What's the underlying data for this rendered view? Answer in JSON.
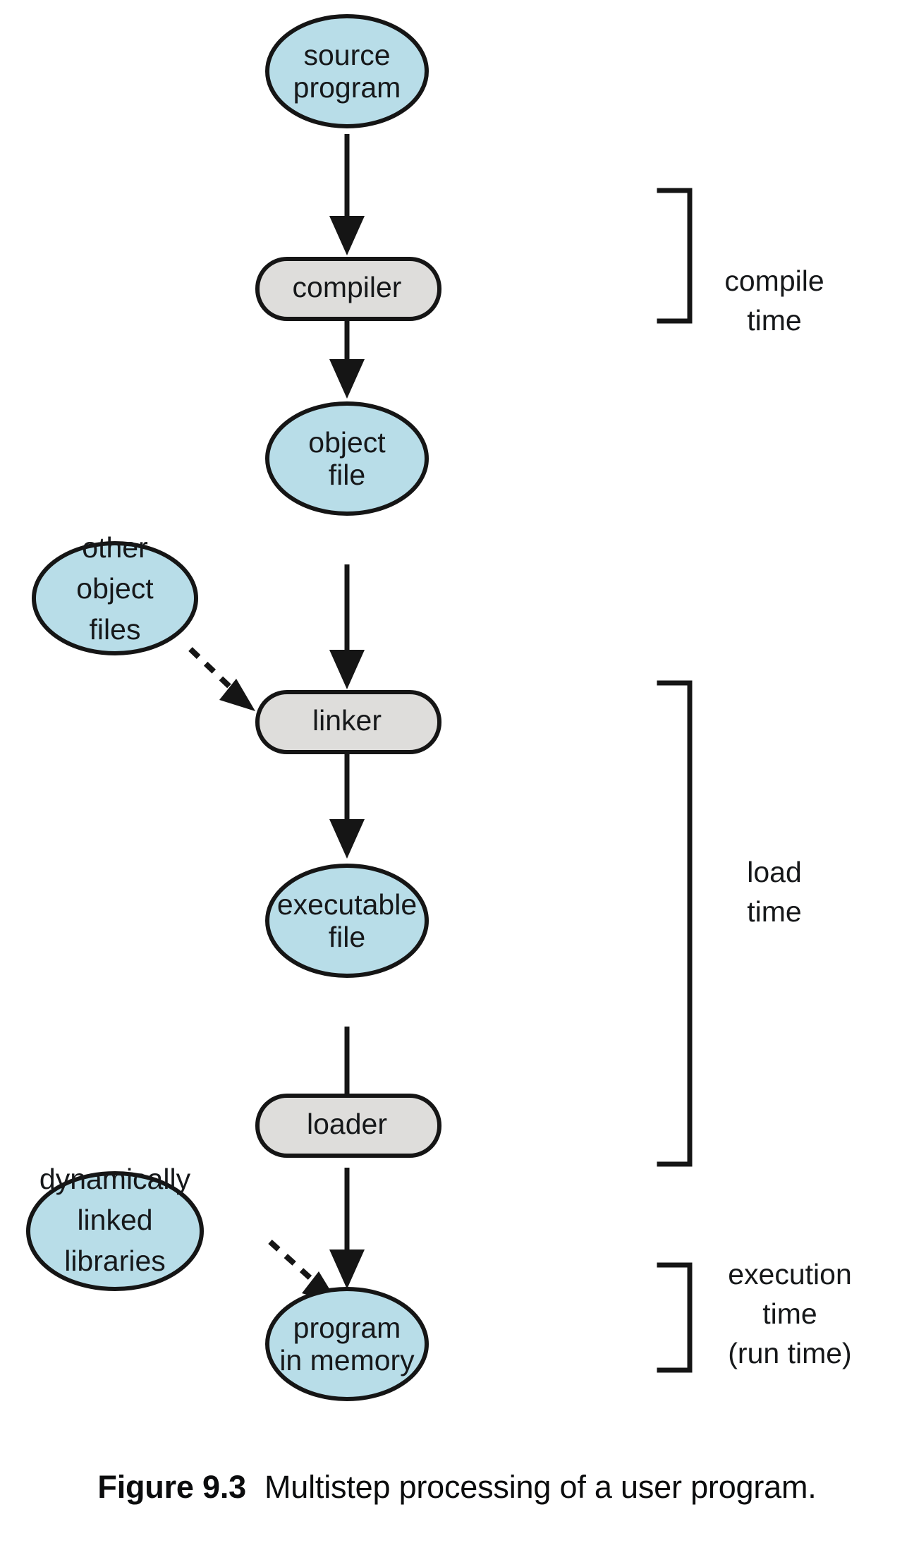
{
  "figure": {
    "caption_number": "Figure 9.3",
    "caption_text": "Multistep processing of a user program."
  },
  "colors": {
    "ellipse_fill": "#b8dde8",
    "process_fill": "#dedddb",
    "stroke": "#151515",
    "text": "#16181a",
    "background": "#ffffff"
  },
  "flow": {
    "nodes": [
      {
        "id": "source-program",
        "kind": "ellipse",
        "lines": [
          "source",
          "program"
        ]
      },
      {
        "id": "compiler",
        "kind": "process",
        "lines": [
          "compiler"
        ]
      },
      {
        "id": "object-file",
        "kind": "ellipse",
        "lines": [
          "object",
          "file"
        ]
      },
      {
        "id": "linker",
        "kind": "process",
        "lines": [
          "linker"
        ]
      },
      {
        "id": "executable-file",
        "kind": "ellipse",
        "lines": [
          "executable",
          "file"
        ]
      },
      {
        "id": "loader",
        "kind": "process",
        "lines": [
          "loader"
        ]
      },
      {
        "id": "program-in-memory",
        "kind": "ellipse",
        "lines": [
          "program",
          "in memory"
        ]
      }
    ],
    "side_inputs": [
      {
        "id": "other-object-files",
        "kind": "ellipse",
        "lines": [
          "other",
          "object",
          "files"
        ],
        "target": "linker"
      },
      {
        "id": "dynamically-linked-libraries",
        "kind": "ellipse",
        "lines": [
          "dynamically",
          "linked",
          "libraries"
        ],
        "target": "program-in-memory"
      }
    ]
  },
  "brackets": [
    {
      "id": "compile-time",
      "lines": [
        "compile",
        "time"
      ],
      "spans": [
        "compiler"
      ]
    },
    {
      "id": "load-time",
      "lines": [
        "load",
        "time"
      ],
      "spans": [
        "linker",
        "executable-file",
        "loader"
      ]
    },
    {
      "id": "execution-time",
      "lines": [
        "execution",
        "time",
        "(run time)"
      ],
      "spans": [
        "program-in-memory"
      ]
    }
  ],
  "labels": {
    "n0l0": "source",
    "n0l1": "program",
    "n1l0": "compiler",
    "n2l0": "object",
    "n2l1": "file",
    "n3l0": "linker",
    "n4l0": "executable",
    "n4l1": "file",
    "n5l0": "loader",
    "n6l0": "program",
    "n6l1": "in memory",
    "s0l0": "other",
    "s0l1": "object",
    "s0l2": "files",
    "s1l0": "dynamically",
    "s1l1": "linked",
    "s1l2": "libraries",
    "b0l0": "compile",
    "b0l1": "time",
    "b1l0": "load",
    "b1l1": "time",
    "b2l0": "execution",
    "b2l1": "time",
    "b2l2": "(run time)"
  }
}
